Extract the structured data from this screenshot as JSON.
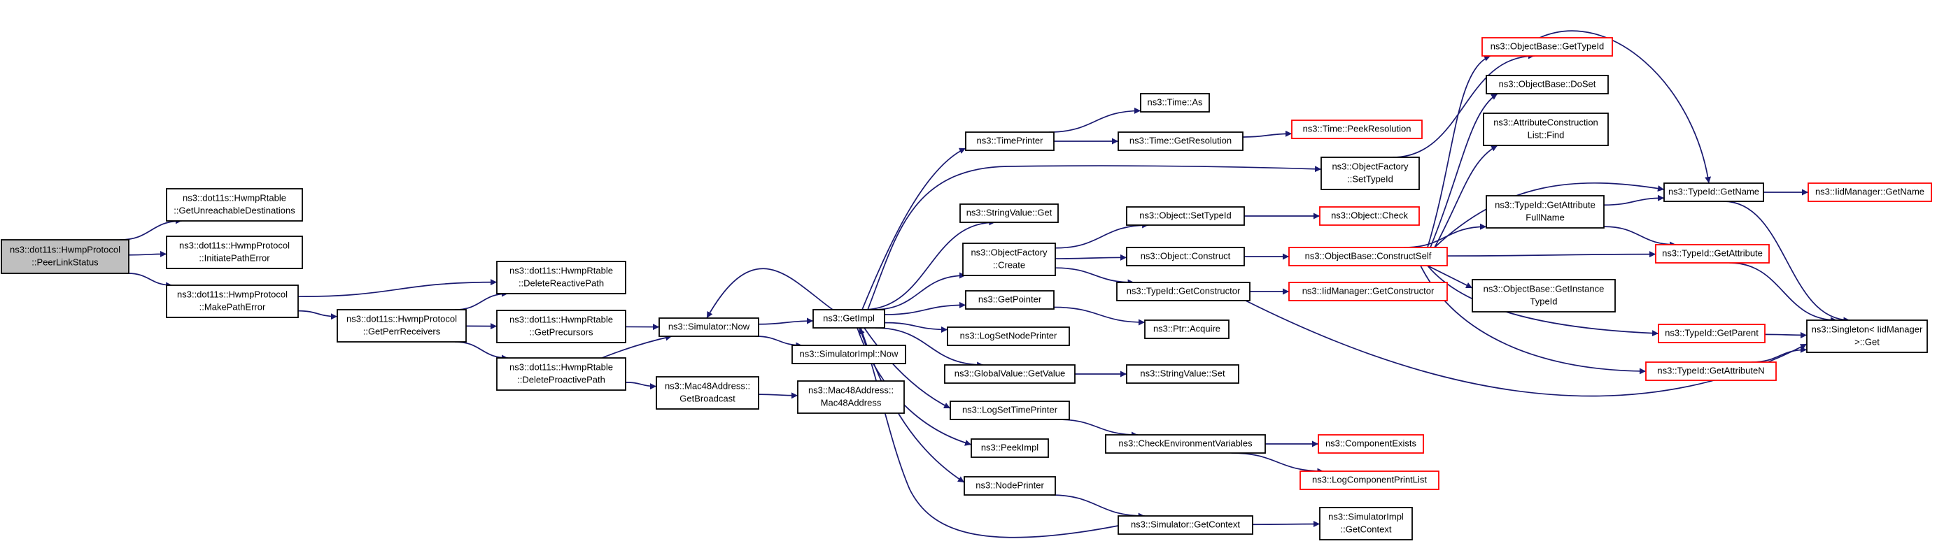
{
  "graph": {
    "title": "",
    "colors": {
      "edge": "#191970",
      "node_border": "#000000",
      "external_border": "#ff0000",
      "root_fill": "#bfbfbf",
      "node_fill": "#ffffff",
      "text": "#000000"
    },
    "nodes": [
      {
        "id": "root",
        "lines": [
          "ns3::dot11s::HwmpProtocol",
          "::PeerLinkStatus"
        ],
        "kind": "root"
      },
      {
        "id": "getUnreach",
        "lines": [
          "ns3::dot11s::HwmpRtable",
          "::GetUnreachableDestinations"
        ],
        "kind": "normal"
      },
      {
        "id": "initPathErr",
        "lines": [
          "ns3::dot11s::HwmpProtocol",
          "::InitiatePathError"
        ],
        "kind": "normal"
      },
      {
        "id": "makePathErr",
        "lines": [
          "ns3::dot11s::HwmpProtocol",
          "::MakePathError"
        ],
        "kind": "normal"
      },
      {
        "id": "getPerr",
        "lines": [
          "ns3::dot11s::HwmpProtocol",
          "::GetPerrReceivers"
        ],
        "kind": "normal"
      },
      {
        "id": "delReactive",
        "lines": [
          "ns3::dot11s::HwmpRtable",
          "::DeleteReactivePath"
        ],
        "kind": "normal"
      },
      {
        "id": "getPrec",
        "lines": [
          "ns3::dot11s::HwmpRtable",
          "::GetPrecursors"
        ],
        "kind": "normal"
      },
      {
        "id": "delProactive",
        "lines": [
          "ns3::dot11s::HwmpRtable",
          "::DeleteProactivePath"
        ],
        "kind": "normal"
      },
      {
        "id": "simNow",
        "lines": [
          "ns3::Simulator::Now"
        ],
        "kind": "normal"
      },
      {
        "id": "getBroadcast",
        "lines": [
          "ns3::Mac48Address::",
          "GetBroadcast"
        ],
        "kind": "normal"
      },
      {
        "id": "mac48",
        "lines": [
          "ns3::Mac48Address::",
          "Mac48Address"
        ],
        "kind": "normal"
      },
      {
        "id": "getImpl",
        "lines": [
          "ns3::GetImpl"
        ],
        "kind": "normal"
      },
      {
        "id": "simImplNow",
        "lines": [
          "ns3::SimulatorImpl::Now"
        ],
        "kind": "normal"
      },
      {
        "id": "timePrinter",
        "lines": [
          "ns3::TimePrinter"
        ],
        "kind": "normal"
      },
      {
        "id": "timeAs",
        "lines": [
          "ns3::Time::As"
        ],
        "kind": "normal"
      },
      {
        "id": "timeGetRes",
        "lines": [
          "ns3::Time::GetResolution"
        ],
        "kind": "normal"
      },
      {
        "id": "timePeekRes",
        "lines": [
          "ns3::Time::PeekResolution"
        ],
        "kind": "external"
      },
      {
        "id": "ofSetTypeId",
        "lines": [
          "ns3::ObjectFactory",
          "::SetTypeId"
        ],
        "kind": "normal"
      },
      {
        "id": "strValGet",
        "lines": [
          "ns3::StringValue::Get"
        ],
        "kind": "normal"
      },
      {
        "id": "ofCreate",
        "lines": [
          "ns3::ObjectFactory",
          "::Create"
        ],
        "kind": "normal"
      },
      {
        "id": "getPointer",
        "lines": [
          "ns3::GetPointer"
        ],
        "kind": "normal"
      },
      {
        "id": "logSetNodePrinter",
        "lines": [
          "ns3::LogSetNodePrinter"
        ],
        "kind": "normal"
      },
      {
        "id": "gvGetValue",
        "lines": [
          "ns3::GlobalValue::GetValue"
        ],
        "kind": "normal"
      },
      {
        "id": "logSetTimePrinter",
        "lines": [
          "ns3::LogSetTimePrinter"
        ],
        "kind": "normal"
      },
      {
        "id": "peekImpl",
        "lines": [
          "ns3::PeekImpl"
        ],
        "kind": "normal"
      },
      {
        "id": "nodePrinter",
        "lines": [
          "ns3::NodePrinter"
        ],
        "kind": "normal"
      },
      {
        "id": "objSetTypeId",
        "lines": [
          "ns3::Object::SetTypeId"
        ],
        "kind": "normal"
      },
      {
        "id": "objConstruct",
        "lines": [
          "ns3::Object::Construct"
        ],
        "kind": "normal"
      },
      {
        "id": "tidGetCtor",
        "lines": [
          "ns3::TypeId::GetConstructor"
        ],
        "kind": "normal"
      },
      {
        "id": "ptrAcquire",
        "lines": [
          "ns3::Ptr::Acquire"
        ],
        "kind": "normal"
      },
      {
        "id": "strValSet",
        "lines": [
          "ns3::StringValue::Set"
        ],
        "kind": "normal"
      },
      {
        "id": "checkEnv",
        "lines": [
          "ns3::CheckEnvironmentVariables"
        ],
        "kind": "normal"
      },
      {
        "id": "simGetContext",
        "lines": [
          "ns3::Simulator::GetContext"
        ],
        "kind": "normal"
      },
      {
        "id": "objCheck",
        "lines": [
          "ns3::Object::Check"
        ],
        "kind": "external"
      },
      {
        "id": "obConstructSelf",
        "lines": [
          "ns3::ObjectBase::ConstructSelf"
        ],
        "kind": "external"
      },
      {
        "id": "iidGetCtor",
        "lines": [
          "ns3::IidManager::GetConstructor"
        ],
        "kind": "external"
      },
      {
        "id": "compExists",
        "lines": [
          "ns3::ComponentExists"
        ],
        "kind": "external"
      },
      {
        "id": "logCompPrint",
        "lines": [
          "ns3::LogComponentPrintList"
        ],
        "kind": "external"
      },
      {
        "id": "simImplGetContext",
        "lines": [
          "ns3::SimulatorImpl",
          "::GetContext"
        ],
        "kind": "normal"
      },
      {
        "id": "obGetTypeId",
        "lines": [
          "ns3::ObjectBase::GetTypeId"
        ],
        "kind": "external"
      },
      {
        "id": "obDoSet",
        "lines": [
          "ns3::ObjectBase::DoSet"
        ],
        "kind": "normal"
      },
      {
        "id": "attrConstruct",
        "lines": [
          "ns3::AttributeConstruction",
          "List::Find"
        ],
        "kind": "normal"
      },
      {
        "id": "tidGetAttrFull",
        "lines": [
          "ns3::TypeId::GetAttribute",
          "FullName"
        ],
        "kind": "normal"
      },
      {
        "id": "obGetInstance",
        "lines": [
          "ns3::ObjectBase::GetInstance",
          "TypeId"
        ],
        "kind": "normal"
      },
      {
        "id": "tidGetName",
        "lines": [
          "ns3::TypeId::GetName"
        ],
        "kind": "normal"
      },
      {
        "id": "tidGetAttr",
        "lines": [
          "ns3::TypeId::GetAttribute"
        ],
        "kind": "external"
      },
      {
        "id": "tidGetParent",
        "lines": [
          "ns3::TypeId::GetParent"
        ],
        "kind": "external"
      },
      {
        "id": "tidGetAttrN",
        "lines": [
          "ns3::TypeId::GetAttributeN"
        ],
        "kind": "external"
      },
      {
        "id": "iidGetName",
        "lines": [
          "ns3::IidManager::GetName"
        ],
        "kind": "external"
      },
      {
        "id": "singletonGet",
        "lines": [
          "ns3::Singleton< IidManager",
          " >::Get"
        ],
        "kind": "normal"
      }
    ],
    "edges": [
      [
        "root",
        "getUnreach"
      ],
      [
        "root",
        "initPathErr"
      ],
      [
        "root",
        "makePathErr"
      ],
      [
        "makePathErr",
        "getPerr"
      ],
      [
        "makePathErr",
        "delReactive"
      ],
      [
        "getPerr",
        "delReactive"
      ],
      [
        "getPerr",
        "getPrec"
      ],
      [
        "getPerr",
        "delProactive"
      ],
      [
        "getPrec",
        "simNow"
      ],
      [
        "delProactive",
        "simNow"
      ],
      [
        "delProactive",
        "getBroadcast"
      ],
      [
        "getBroadcast",
        "mac48"
      ],
      [
        "simNow",
        "getImpl"
      ],
      [
        "simNow",
        "simImplNow"
      ],
      [
        "getImpl",
        "simNow"
      ],
      [
        "getImpl",
        "timePrinter"
      ],
      [
        "getImpl",
        "ofSetTypeId"
      ],
      [
        "getImpl",
        "strValGet"
      ],
      [
        "getImpl",
        "ofCreate"
      ],
      [
        "getImpl",
        "getPointer"
      ],
      [
        "getImpl",
        "logSetNodePrinter"
      ],
      [
        "getImpl",
        "gvGetValue"
      ],
      [
        "getImpl",
        "logSetTimePrinter"
      ],
      [
        "getImpl",
        "peekImpl"
      ],
      [
        "getImpl",
        "nodePrinter"
      ],
      [
        "timePrinter",
        "timeAs"
      ],
      [
        "timePrinter",
        "timeGetRes"
      ],
      [
        "timeGetRes",
        "timePeekRes"
      ],
      [
        "ofSetTypeId",
        "obGetTypeId"
      ],
      [
        "ofCreate",
        "objSetTypeId"
      ],
      [
        "ofCreate",
        "objConstruct"
      ],
      [
        "ofCreate",
        "tidGetCtor"
      ],
      [
        "objSetTypeId",
        "objCheck"
      ],
      [
        "objConstruct",
        "obConstructSelf"
      ],
      [
        "tidGetCtor",
        "iidGetCtor"
      ],
      [
        "tidGetCtor",
        "singletonGet"
      ],
      [
        "getPointer",
        "ptrAcquire"
      ],
      [
        "gvGetValue",
        "strValSet"
      ],
      [
        "logSetTimePrinter",
        "checkEnv"
      ],
      [
        "checkEnv",
        "compExists"
      ],
      [
        "checkEnv",
        "logCompPrint"
      ],
      [
        "nodePrinter",
        "simGetContext"
      ],
      [
        "simGetContext",
        "getImpl"
      ],
      [
        "simGetContext",
        "simImplGetContext"
      ],
      [
        "obConstructSelf",
        "obGetTypeId"
      ],
      [
        "obConstructSelf",
        "obDoSet"
      ],
      [
        "obConstructSelf",
        "attrConstruct"
      ],
      [
        "obConstructSelf",
        "tidGetAttrFull"
      ],
      [
        "obConstructSelf",
        "obGetInstance"
      ],
      [
        "obConstructSelf",
        "tidGetName"
      ],
      [
        "obConstructSelf",
        "tidGetAttr"
      ],
      [
        "obConstructSelf",
        "tidGetParent"
      ],
      [
        "obConstructSelf",
        "tidGetAttrN"
      ],
      [
        "tidGetAttrFull",
        "tidGetName"
      ],
      [
        "tidGetAttrFull",
        "tidGetAttr"
      ],
      [
        "tidGetName",
        "iidGetName"
      ],
      [
        "tidGetName",
        "singletonGet"
      ],
      [
        "tidGetAttr",
        "singletonGet"
      ],
      [
        "tidGetParent",
        "singletonGet"
      ],
      [
        "tidGetAttrN",
        "singletonGet"
      ],
      [
        "obGetTypeId",
        "tidGetName"
      ]
    ]
  }
}
